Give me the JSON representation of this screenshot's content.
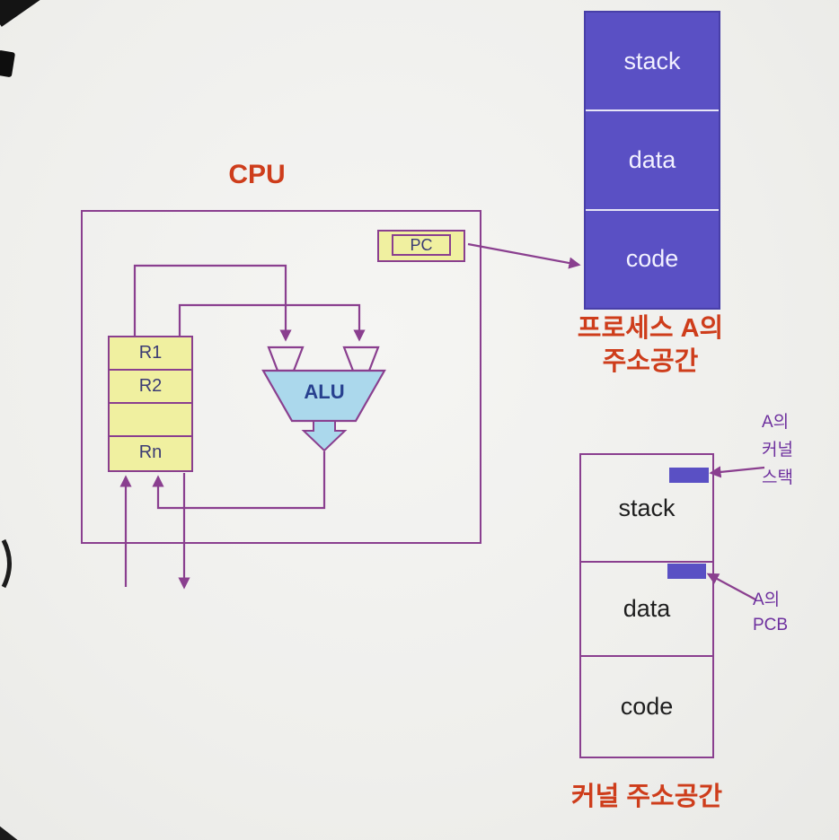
{
  "cpu": {
    "title": "CPU",
    "pc_label": "PC",
    "alu_label": "ALU",
    "registers": [
      "R1",
      "R2",
      "",
      "Rn"
    ]
  },
  "process_memory": {
    "segments": [
      "stack",
      "data",
      "code"
    ],
    "caption_line1": "프로세스 A의",
    "caption_line2": "주소공간"
  },
  "kernel_memory": {
    "segments": [
      "stack",
      "data",
      "code"
    ],
    "caption": "커널 주소공간",
    "kernel_stack_label": [
      "A의",
      "커널",
      "스택"
    ],
    "pcb_label": [
      "A의",
      "PCB"
    ]
  },
  "colors": {
    "accent_red": "#ce3d1b",
    "wire_purple": "#8a3f8f",
    "memory_fill": "#5a50c4",
    "register_yellow": "#f0f0a0",
    "alu_blue": "#abd8ec",
    "label_purple": "#6d2f9e"
  }
}
